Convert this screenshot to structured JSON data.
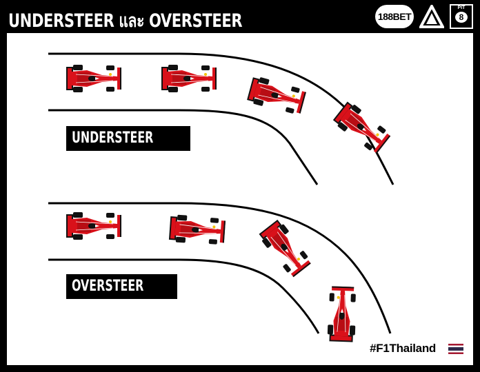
{
  "header": {
    "title": "UNDERSTEER และ OVERSTEER",
    "logos": {
      "brand1": "188BET",
      "brand2_icon": "a-triangle-logo-icon",
      "brand3_top": "PIT",
      "brand3_num": "8"
    }
  },
  "labels": {
    "understeer": "UNDERSTEER",
    "oversteer": "OVERSTEER"
  },
  "footer": {
    "hashtag": "#F1Thailand",
    "flag_icon": "thailand-flag-icon"
  },
  "colors": {
    "background": "#000000",
    "panel": "#ffffff",
    "car_red": "#d9111a",
    "track_line": "#000000"
  }
}
